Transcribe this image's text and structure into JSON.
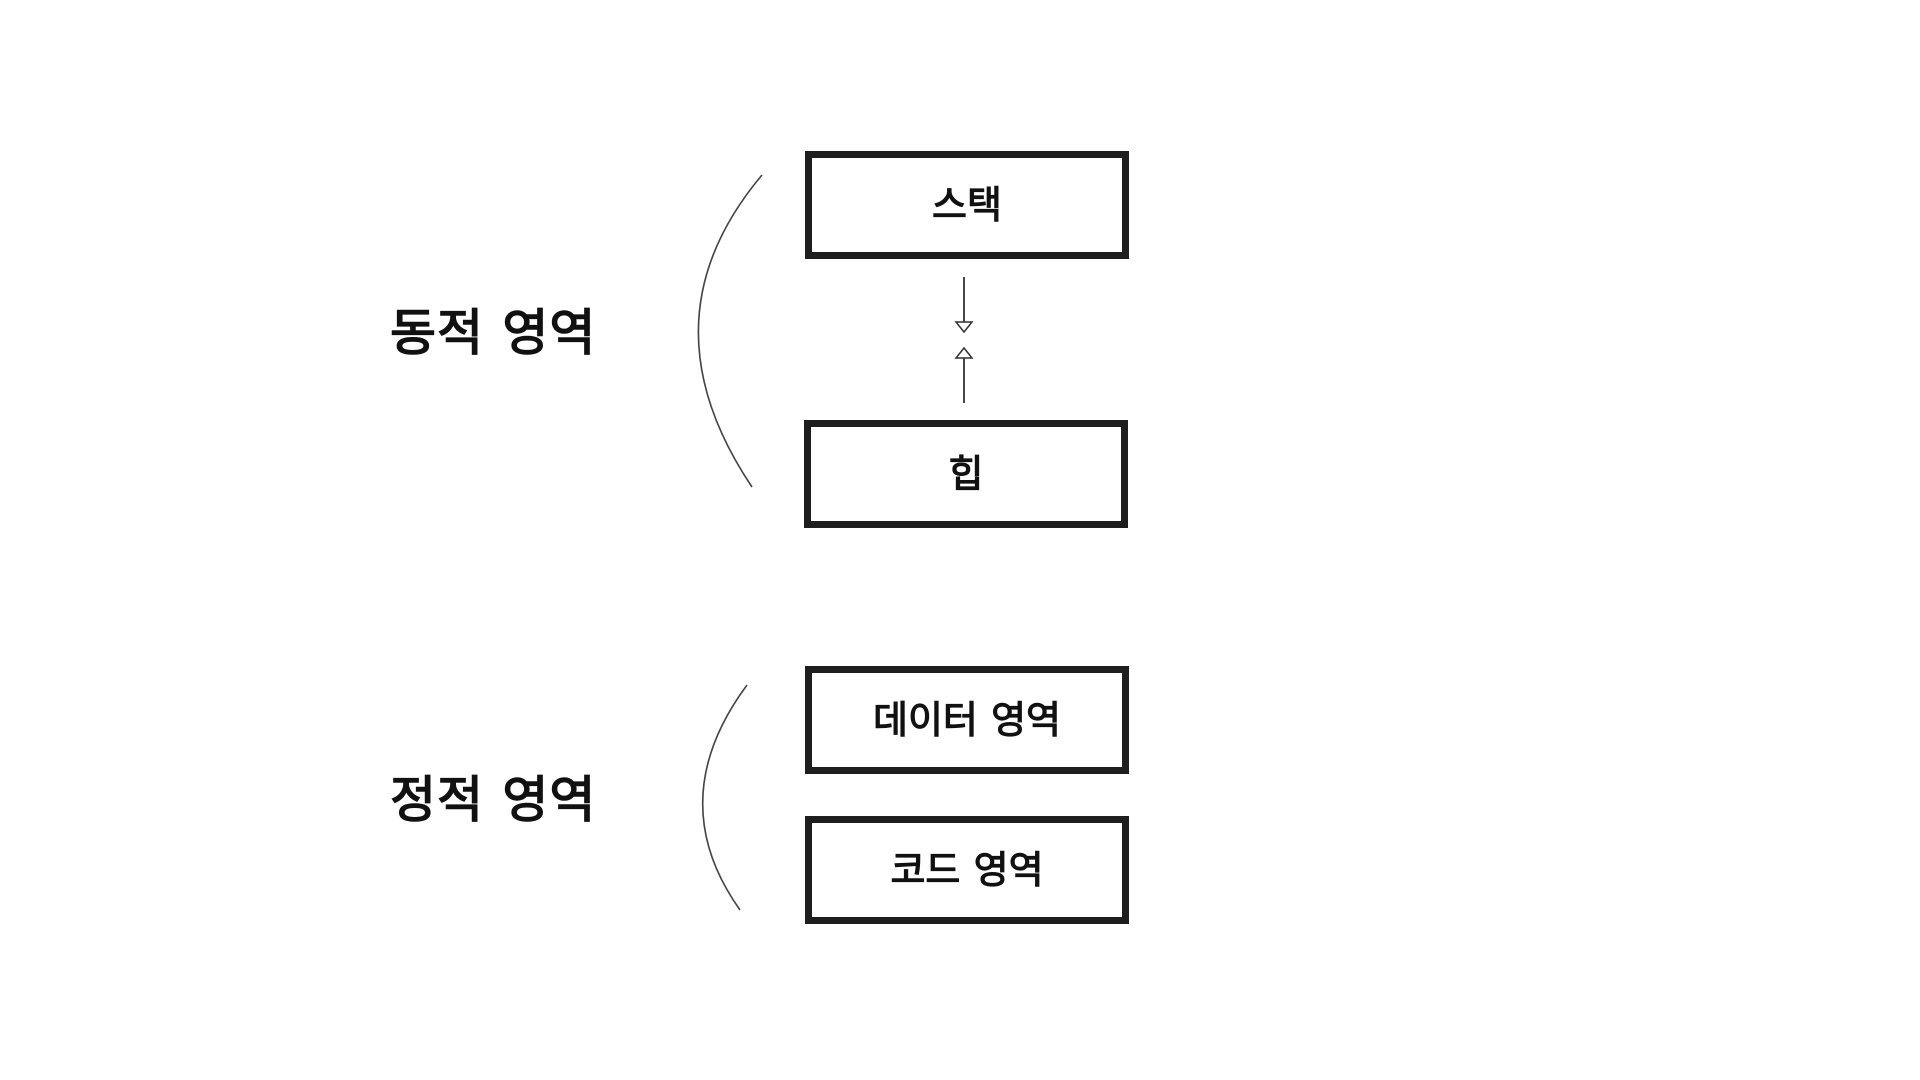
{
  "regions": {
    "dynamic": {
      "label": "동적 영역",
      "boxes": {
        "stack": "스택",
        "heap": "힙"
      }
    },
    "static": {
      "label": "정적 영역",
      "boxes": {
        "data": "데이터 영역",
        "code": "코드 영역"
      }
    }
  },
  "colors": {
    "box_border": "#1e1e1e",
    "text": "#111111",
    "line": "#444444",
    "background": "#ffffff"
  }
}
